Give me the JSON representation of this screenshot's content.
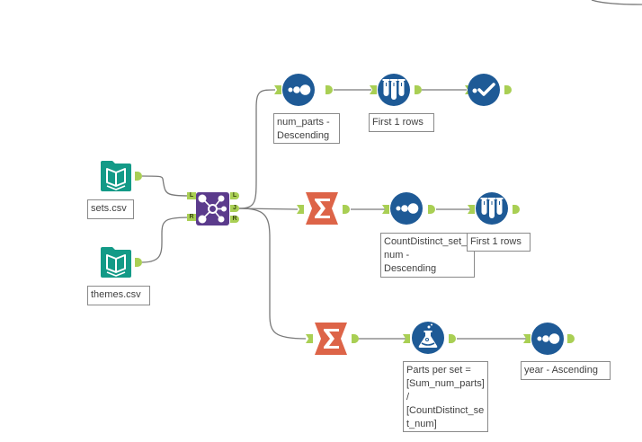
{
  "workflow": {
    "tools": [
      {
        "id": "sets_input",
        "type": "input-data",
        "label": "sets.csv"
      },
      {
        "id": "themes_input",
        "type": "input-data",
        "label": "themes.csv"
      },
      {
        "id": "join",
        "type": "join",
        "anchors_in": [
          "L",
          "R"
        ],
        "anchors_out": [
          "L",
          "J",
          "R"
        ]
      },
      {
        "id": "sort_num_parts",
        "type": "sort",
        "label": "num_parts -\nDescending"
      },
      {
        "id": "sample_top1",
        "type": "sample",
        "label": "First 1 rows"
      },
      {
        "id": "browse_top",
        "type": "browse"
      },
      {
        "id": "summarize_1",
        "type": "summarize"
      },
      {
        "id": "sort_count",
        "type": "sort",
        "label": "CountDistinct_set_num - Descending"
      },
      {
        "id": "sample_mid",
        "type": "sample",
        "label": "First 1 rows"
      },
      {
        "id": "summarize_2",
        "type": "summarize"
      },
      {
        "id": "formula",
        "type": "formula",
        "label": "Parts per set = [Sum_num_parts] / [CountDistinct_set_num]"
      },
      {
        "id": "sort_year",
        "type": "sort",
        "label": "year - Ascending"
      }
    ],
    "labels": {
      "sets": "sets.csv",
      "themes": "themes.csv",
      "sort_num_parts": "num_parts -\nDescending",
      "sample_top": "First 1 rows",
      "sort_count": "CountDistinct_set_num -\nDescending",
      "sample_mid": "First 1 rows",
      "formula": "Parts per set =\n[Sum_num_parts]\n/\n[CountDistinct_set_num]",
      "sort_year": "year - Ascending"
    },
    "join_anchors": {
      "in_l": "L",
      "in_r": "R",
      "out_l": "L",
      "out_j": "J",
      "out_r": "R"
    },
    "colors": {
      "input": "#139a87",
      "join": "#5b3b8c",
      "blue_tool": "#1e5a96",
      "summarize": "#dd6448",
      "anchor": "#a9cf54",
      "connection": "#7a7a7a"
    }
  }
}
